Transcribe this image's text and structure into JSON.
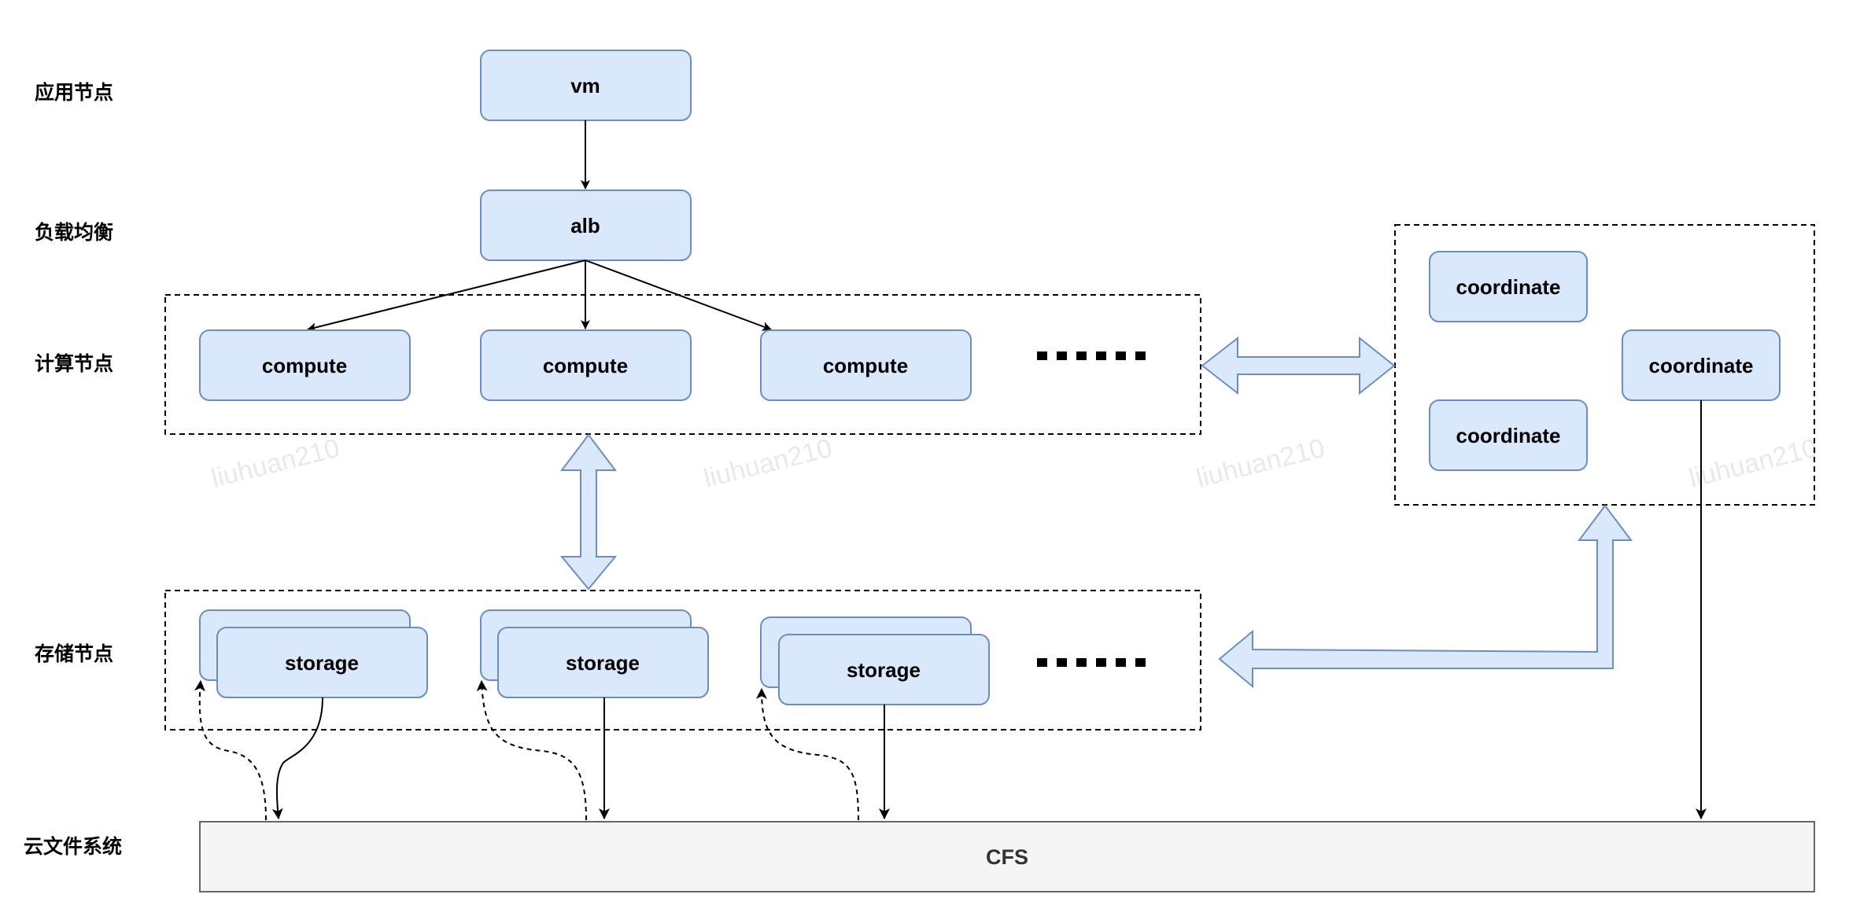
{
  "row_labels": {
    "app": "应用节点",
    "lb": "负载均衡",
    "compute": "计算节点",
    "storage": "存储节点",
    "fs": "云文件系统"
  },
  "nodes": {
    "vm": "vm",
    "alb": "alb",
    "compute": [
      "compute",
      "compute",
      "compute"
    ],
    "storage": [
      "storage",
      "storage",
      "storage"
    ],
    "coordinate": [
      "coordinate",
      "coordinate",
      "coordinate"
    ],
    "cfs": "CFS"
  },
  "watermark": "liuhuan210",
  "colors": {
    "node_fill": "#dae8fc",
    "node_stroke": "#6c8ebf",
    "cfs_fill": "#f5f5f5",
    "cfs_stroke": "#666666"
  }
}
